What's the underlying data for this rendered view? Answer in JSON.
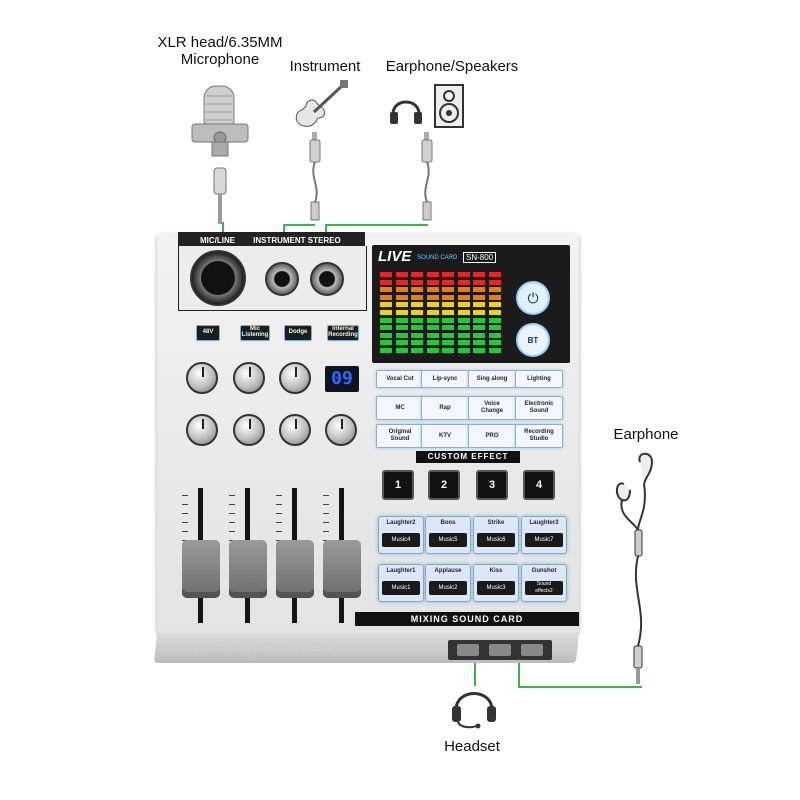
{
  "labels": {
    "microphone": "XLR head/6.35MM\nMicrophone",
    "instrument": "Instrument",
    "earphone_speakers": "Earphone/Speakers",
    "earphone": "Earphone",
    "headset": "Headset"
  },
  "device": {
    "jack_header_left": "MIC/LINE",
    "jack_header_right": "INSTRUMENT STEREO",
    "brand": "LIVE",
    "brand_sub": "SOUND CARD",
    "model": "SN-800",
    "power_icon": "power-icon",
    "bt_label": "BT",
    "display_value": "09",
    "top_buttons": [
      "48V",
      "Mic\nListening",
      "Dodge",
      "Internal\nRecording"
    ],
    "effects": [
      [
        "Vocal Cut",
        "Lip-sync",
        "Sing along",
        "Lighting"
      ],
      [
        "MC",
        "Rap",
        "Voice\nChange",
        "Electronic\nSound"
      ],
      [
        "Original\nSound",
        "KTV",
        "PRO",
        "Recording\nStudio"
      ]
    ],
    "custom_effect_label": "CUSTOM EFFECT",
    "custom_buttons": [
      "1",
      "2",
      "3",
      "4"
    ],
    "sound_pads_row1": [
      {
        "top": "Laughter2",
        "bottom": "Music4"
      },
      {
        "top": "Boos",
        "bottom": "Music5"
      },
      {
        "top": "Strike",
        "bottom": "Music6"
      },
      {
        "top": "Laughter3",
        "bottom": "Music7"
      }
    ],
    "sound_pads_row2": [
      {
        "top": "Laughter1",
        "bottom": "Music1"
      },
      {
        "top": "Applause",
        "bottom": "Music2"
      },
      {
        "top": "Kiss",
        "bottom": "Music3"
      },
      {
        "top": "Gunshot",
        "bottom": "Sound\neffects2"
      }
    ],
    "bottom_label": "MIXING SOUND CARD",
    "front_label": "PODCAST MIXER"
  },
  "colors": {
    "wire": "#39b54a",
    "led_green": "#22c93a",
    "led_yellow": "#e8d21a",
    "led_orange": "#f07a12",
    "led_red": "#e3262a",
    "display_blue": "#2a6cff"
  }
}
